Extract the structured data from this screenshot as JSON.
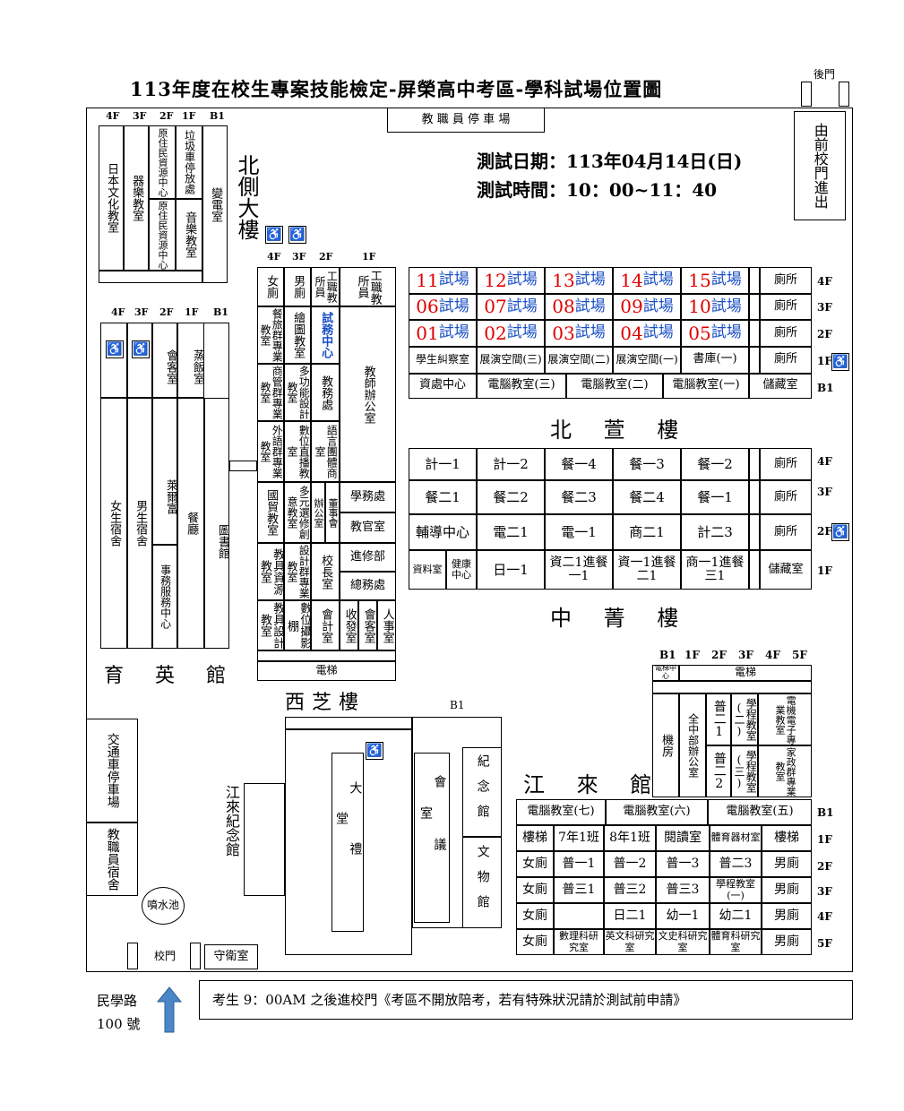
{
  "title": "113年度在校生專案技能檢定-屏榮高中考區-學科試場位置圖",
  "back_gate": "後門",
  "front_gate_note": "由前校門進出",
  "parking_staff": "教 職 員 停 車 場",
  "test_date": "測試日期：113年04月14日(日)",
  "test_time": "測試時間：10：00~11：40",
  "floors_north": [
    "4F",
    "3F",
    "2F",
    "1F",
    "B1"
  ],
  "north_side": {
    "name": "北側大樓",
    "rooms": [
      "日本文化教室",
      "器樂教室",
      "原住民資源中心",
      "原住民資源中心",
      "垃圾車停放處",
      "音樂教室",
      "變電室"
    ]
  },
  "west_building": {
    "name": "西芝樓",
    "floors": [
      "4F",
      "3F",
      "2F",
      "1F"
    ],
    "rooms": [
      "女廁",
      "男廁",
      "工職教所員",
      "工職教所員",
      "餐旅群專業教室",
      "繪圖教室",
      "試務中心",
      "教師辦公室",
      "商管群專業教室",
      "多功能設計教室",
      "教務處",
      "外語群專業教室",
      "數位直播教室",
      "語言團體商室",
      "國貿教室",
      "多元選修創意教室",
      "辦公室",
      "董事會",
      "學務處",
      "教官室",
      "教具資源教室",
      "設計群專業教室",
      "校長室",
      "進修部",
      "總務處",
      "教具設計教室",
      "數位攝影棚",
      "會計室",
      "收發室",
      "會客室",
      "人事室",
      "電梯"
    ]
  },
  "yu_ying": {
    "name": "育 英 館",
    "floors": [
      "4F",
      "3F",
      "2F",
      "1F",
      "B1"
    ],
    "rooms": [
      "會客室",
      "蒸飯室",
      "女生宿舍",
      "男生宿舍",
      "萊爾富",
      "餐廳",
      "事務服務中心",
      "圖書館"
    ]
  },
  "north_xuan": {
    "name": "北 萱 樓",
    "exam_rooms": [
      {
        "num": "11",
        "txt": "試場"
      },
      {
        "num": "12",
        "txt": "試場"
      },
      {
        "num": "13",
        "txt": "試場"
      },
      {
        "num": "14",
        "txt": "試場"
      },
      {
        "num": "15",
        "txt": "試場"
      },
      {
        "num": "06",
        "txt": "試場"
      },
      {
        "num": "07",
        "txt": "試場"
      },
      {
        "num": "08",
        "txt": "試場"
      },
      {
        "num": "09",
        "txt": "試場"
      },
      {
        "num": "10",
        "txt": "試場"
      },
      {
        "num": "01",
        "txt": "試場"
      },
      {
        "num": "02",
        "txt": "試場"
      },
      {
        "num": "03",
        "txt": "試場"
      },
      {
        "num": "04",
        "txt": "試場"
      },
      {
        "num": "05",
        "txt": "試場"
      }
    ],
    "row_1f": [
      "學生糾察室",
      "展演空間(三)",
      "展演空間(二)",
      "展演空間(一)",
      "書庫(一)"
    ],
    "row_b1": [
      "資處中心",
      "電腦教室(三)",
      "電腦教室(二)",
      "電腦教室(一)"
    ],
    "toilet": "廁所",
    "storage": "儲藏室",
    "floors": [
      "4F",
      "3F",
      "2F",
      "1F",
      "B1"
    ]
  },
  "zhong_jing": {
    "name": "中 菁 樓",
    "rows": [
      [
        "計一1",
        "計一2",
        "餐一4",
        "餐一3",
        "餐一2"
      ],
      [
        "餐二1",
        "餐二2",
        "餐二3",
        "餐二4",
        "餐一1"
      ],
      [
        "輔導中心",
        "電二1",
        "電一1",
        "商二1",
        "計二3"
      ]
    ],
    "row_1f": [
      "資料室",
      "健康中心",
      "日一1",
      "資二1進餐一1",
      "資一1進餐二1",
      "商一1進餐三1"
    ],
    "toilet": "廁所",
    "storage": "儲藏室",
    "floors": [
      "4F",
      "3F",
      "2F",
      "1F"
    ]
  },
  "jiang_lai": {
    "name": "江 來 館",
    "floors_top": [
      "B1",
      "1F",
      "2F",
      "3F",
      "4F",
      "5F"
    ],
    "upper": [
      "電梯中心",
      "電梯",
      "機房",
      "全中部辦公室",
      "普二1",
      "學程教室(二)",
      "普二2",
      "學程教室(三)",
      "電機電子專業教室",
      "家政群專業教室"
    ],
    "rows": [
      [
        "電腦教室(七)",
        "電腦教室(六)",
        "電腦教室(五)"
      ],
      [
        "樓梯",
        "7年1班",
        "8年1班",
        "閱讀室",
        "體育器材室",
        "樓梯"
      ],
      [
        "女廁",
        "普一1",
        "普一2",
        "普一3",
        "普二3",
        "男廁"
      ],
      [
        "女廁",
        "普三1",
        "普三2",
        "普三3",
        "學程教室(一)",
        "男廁"
      ],
      [
        "女廁",
        "",
        "日二1",
        "幼一1",
        "幼二1",
        "男廁"
      ],
      [
        "女廁",
        "數理科研究室",
        "英文科研究室",
        "文史科研究室",
        "體育科研究室",
        "男廁"
      ]
    ],
    "floors": [
      "B1",
      "1F",
      "2F",
      "3F",
      "4F",
      "5F"
    ]
  },
  "west_south": {
    "parking": "交通車停車場",
    "dorm": "教職員宿舍",
    "memorial": "江來紀念館",
    "fountain": "噴水池",
    "gate": "校門",
    "guard": "守衛室",
    "hall": "大禮堂",
    "meeting": "會議室",
    "memorial_hall": "紀念館",
    "museum": "文物館",
    "b1": "B1"
  },
  "address": {
    "line1": "民學路",
    "line2": "100 號"
  },
  "notice": "考生 9：00AM 之後進校門《考區不開放陪考，若有特殊狀況請於測試前申請》"
}
